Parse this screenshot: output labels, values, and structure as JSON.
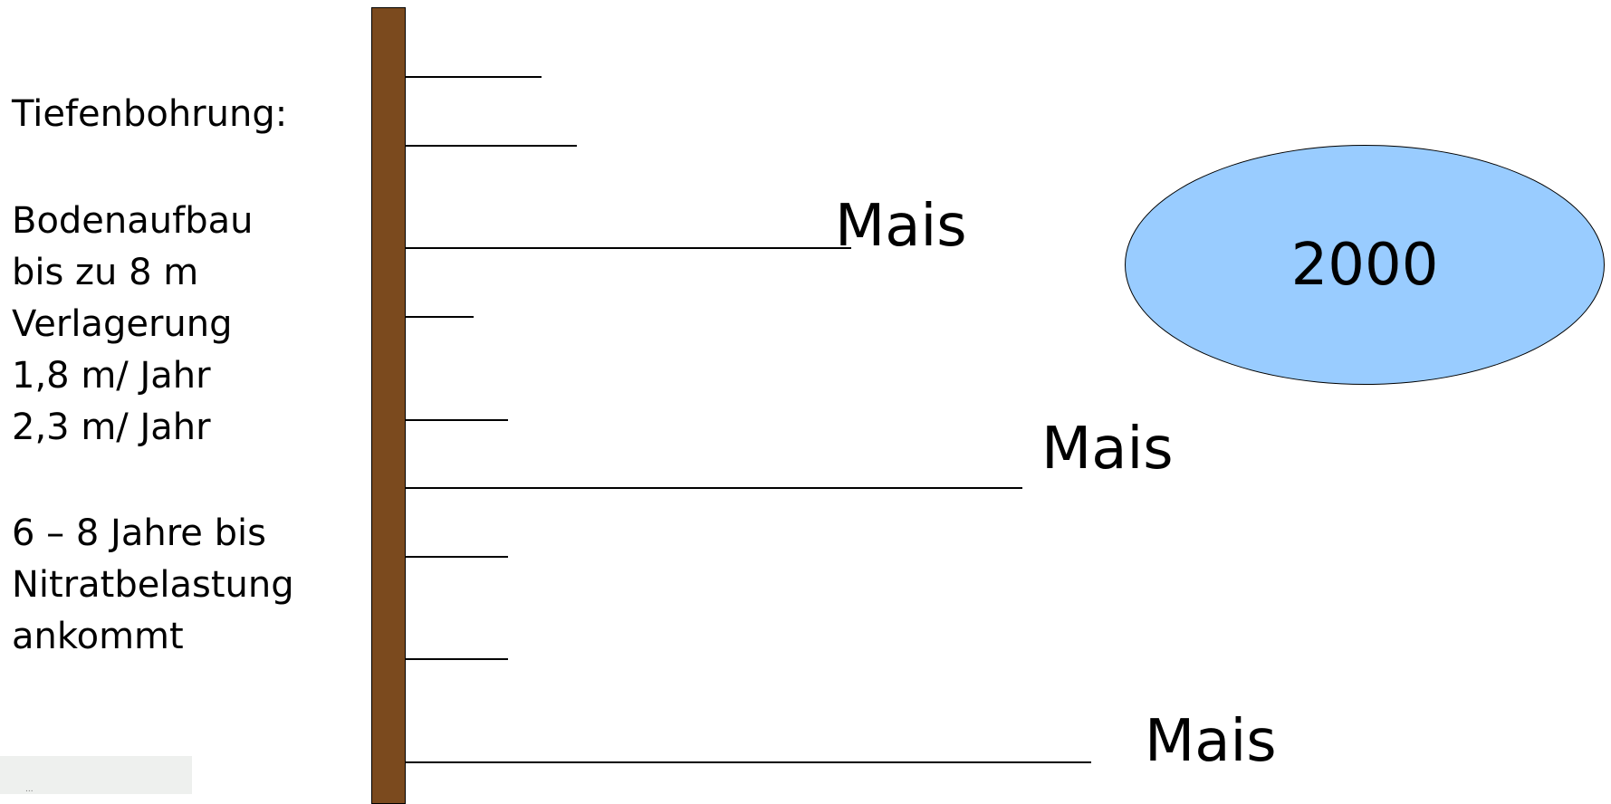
{
  "side_panel": {
    "heading": "Tiefenbohrung:",
    "block1": "Bodenaufbau\nbis zu 8 m\nVerlagerung\n1,8 m/ Jahr\n2,3 m/ Jahr",
    "block2": "6 – 8 Jahre bis\nNitratbelastung\nankommt"
  },
  "labels": {
    "mais_1": "Mais",
    "mais_2": "Mais",
    "mais_3": "Mais"
  },
  "year_badge": "2000",
  "thumbnail_caption": "... ",
  "colors": {
    "pole": "#7b4a1e",
    "ellipse": "#99ccff",
    "lines": "#000000"
  }
}
